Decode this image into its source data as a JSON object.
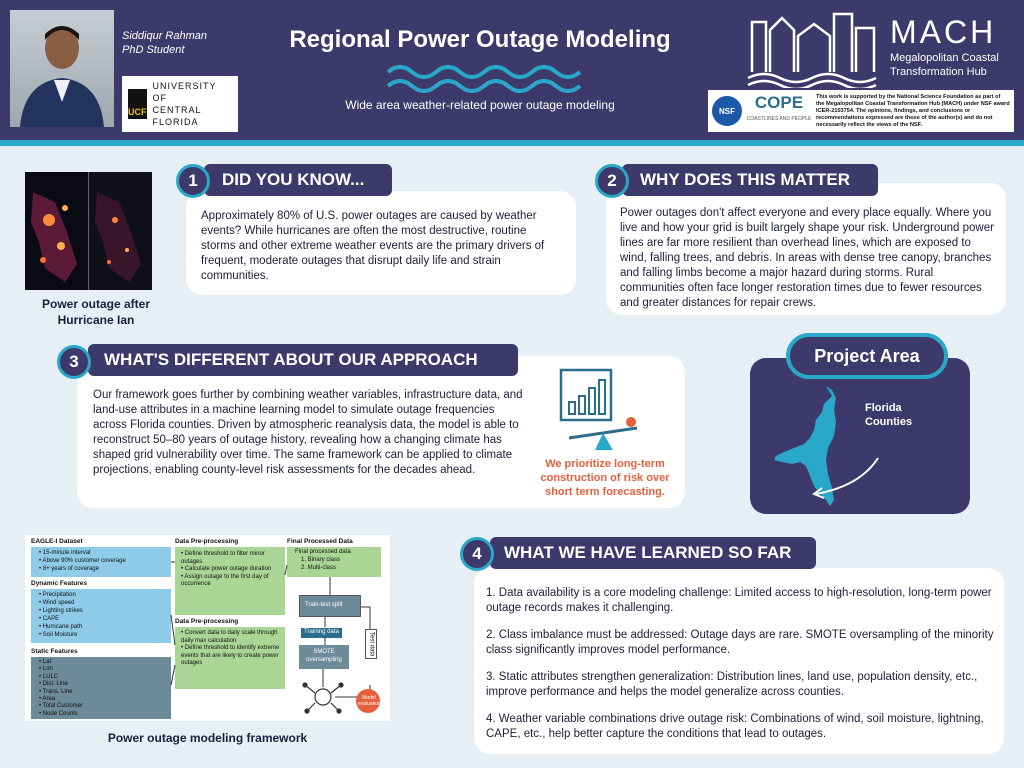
{
  "header": {
    "author_name": "Siddiqur Rahman",
    "author_role": "PhD Student",
    "ucf_badge": "UCF",
    "ucf_line1": "UNIVERSITY OF",
    "ucf_line2": "CENTRAL FLORIDA",
    "title": "Regional Power Outage Modeling",
    "subtitle": "Wide area weather-related power outage modeling",
    "mach_title": "MACH",
    "mach_sub1": "Megalopolitan Coastal",
    "mach_sub2": "Transformation Hub",
    "nsf_label": "NSF",
    "cope_title": "COPE",
    "cope_tag": "COASTLINES AND PEOPLE",
    "sponsor_note": "This work is supported by the National Science Foundation as part of the Megalopolitan Coastal Transformation Hub (MACH) under NSF award ICER-2103754. The opinions, findings, and conclusions or recommendations expressed are those of the author(s) and do not necessarily reflect the views of the NSF."
  },
  "hurricane_image": {
    "caption_line1": "Power outage after",
    "caption_line2": "Hurricane Ian"
  },
  "section1": {
    "number": "1",
    "heading": "DID YOU KNOW...",
    "body": "Approximately 80% of U.S. power outages are caused by weather events? While hurricanes are often the most destructive, routine storms and other extreme weather events are the primary drivers of frequent, moderate outages that disrupt daily life and strain communities."
  },
  "section2": {
    "number": "2",
    "heading": "WHY DOES THIS MATTER",
    "body": "Power outages don't affect everyone and every place equally. Where you live and how your grid is built largely shape your risk. Underground power lines are far more resilient than overhead lines, which are exposed to wind, falling trees, and debris. In areas with dense tree canopy, branches and falling limbs become a major hazard during storms. Rural communities often face longer restoration times due to fewer resources and greater distances for repair crews."
  },
  "section3": {
    "number": "3",
    "heading": "WHAT'S DIFFERENT ABOUT OUR APPROACH",
    "body": "Our framework goes further by combining weather variables, infrastructure data, and land-use attributes in a machine learning model to simulate outage frequencies across Florida counties. Driven by atmospheric reanalysis data, the model is able to reconstruct 50–80 years of outage history, revealing how a changing climate has shaped grid vulnerability over time. The same framework can be applied to climate projections, enabling county-level risk assessments for the decades ahead.",
    "note": "We prioritize long-term construction of risk over short term forecasting."
  },
  "project_area": {
    "heading": "Project Area",
    "label_line1": "Florida",
    "label_line2": "Counties"
  },
  "framework": {
    "caption": "Power outage modeling framework",
    "eagle_title": "EAGLE-I Dataset",
    "eagle_items": [
      "15-minute interval",
      "Above 90% customer coverage",
      "8+ years of coverage"
    ],
    "dynamic_title": "Dynamic Features",
    "dynamic_items": [
      "Precipitation",
      "Wind speed",
      "Lighting strikes",
      "CAPE",
      "Hurricane path",
      "Soil Moisture"
    ],
    "static_title": "Static Features",
    "static_items": [
      "Lat",
      "Lon",
      "LULC",
      "Dist. Line",
      "Trans. Line",
      "Area",
      "Total Customer",
      "Node Counts"
    ],
    "pre1_title": "Data Pre-processing",
    "pre1_items": [
      "Define threshold to filter minor outages",
      "Calculate power outage duration",
      "Assign outage to the first day of occurrence"
    ],
    "pre2_title": "Data Pre-processing",
    "pre2_items": [
      "Convert data to daily scale through daily max calculation",
      "Define threshold to identify extreme events that are likely to create power outages"
    ],
    "final_title": "Final Processed Data",
    "final_text": "Final processed data",
    "final_items": [
      "1.  Binary class",
      "2.  Multi-class"
    ],
    "split_label": "Train-test split",
    "training_label": "Training data",
    "smote_label": "SMOTE oversampling",
    "test_label": "Test data",
    "model_label": "Model evaluation"
  },
  "section4": {
    "number": "4",
    "heading": "WHAT WE HAVE LEARNED SO FAR",
    "points": [
      "1. Data availability is a core modeling challenge: Limited access to high-resolution, long-term power outage records makes it challenging.",
      "2. Class imbalance must be addressed: Outage days are rare. SMOTE oversampling of the minority class significantly improves model performance.",
      "3. Static attributes strengthen generalization: Distribution lines, land use, population density, etc., improve performance and helps the model generalize across counties.",
      "4. Weather variable combinations drive outage risk: Combinations of wind, soil moisture, lightning, CAPE, etc., help better capture the conditions that lead to outages."
    ]
  },
  "colors": {
    "navy": "#3d3a6b",
    "teal": "#2aa8c9",
    "accent_orange": "#e65f3c",
    "background": "#e6eef6"
  },
  "icons": [
    "growth-chart-icon",
    "balance-scale-icon",
    "florida-map-icon",
    "city-skyline-icon",
    "wave-icon"
  ]
}
